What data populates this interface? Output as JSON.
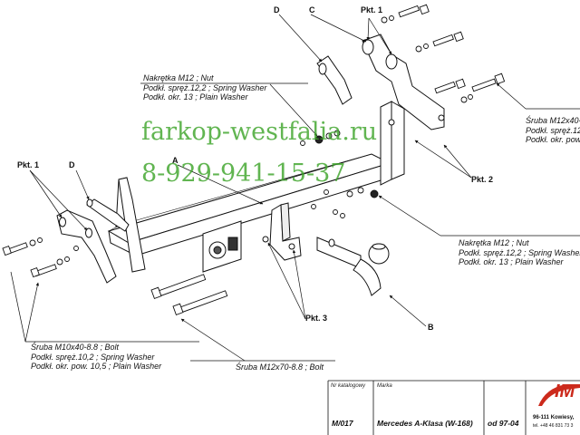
{
  "labels": {
    "D_top": "D",
    "C_top": "C",
    "pkt1_top": "Pkt. 1",
    "pkt1_left": "Pkt. 1",
    "D_left": "D",
    "A": "A",
    "B": "B",
    "pkt2": "Pkt. 2",
    "pkt3": "Pkt. 3"
  },
  "callouts": {
    "nut_top": [
      "Nakrętka  M12 ; Nut",
      "Podkł. spręż.12,2 ; Spring Washer",
      "Podkł. okr. 13 ; Plain Washer"
    ],
    "bolt_right": [
      "Śruba M12x40-",
      "Podkł. spręż.12",
      "Podkł. okr. pow."
    ],
    "nut_right": [
      "Nakrętka  M12 ; Nut",
      "Podkł. spręż.12,2 ; Spring Washer",
      "Podkł. okr. 13 ; Plain Washer"
    ],
    "bolt_left": [
      "Śruba M10x40-8.8 ;  Bolt",
      "Podkł. spręż.10,2 ; Spring Washer",
      "Podkł. okr. pow. 10,5 ; Plain Washer"
    ],
    "bolt_bottom": "Śruba M12x70-8.8 ;  Bolt"
  },
  "watermark": {
    "site": "farkop-westfalia.ru",
    "phone": "8-929-941-15-37",
    "color": "#3fa52c"
  },
  "title_block": {
    "catalog_caption": "Nr katalogowy",
    "brand_caption": "Marka",
    "catalog_no": "M/017",
    "model": "Mercedes A-Klasa (W-168)",
    "from": "od  97-04",
    "logo": "IM",
    "address": "96-111 Kowiesy, ",
    "tel": "tel. +48 46 831 73 3",
    "logo_color": "#cc2a1c"
  },
  "icons": [
    "hitch-bar",
    "tow-ball",
    "mounting-bracket",
    "bolt",
    "nut",
    "washer"
  ]
}
